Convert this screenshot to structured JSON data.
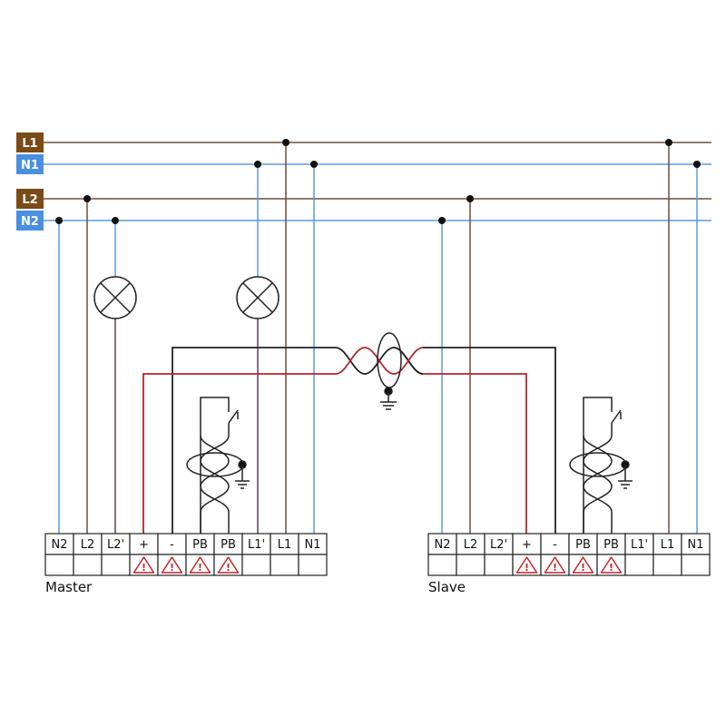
{
  "rails": [
    {
      "id": "L1",
      "label": "L1",
      "fill": "#7a4a17",
      "wire": "#6e4f3a"
    },
    {
      "id": "N1",
      "label": "N1",
      "fill": "#4a8fe0",
      "wire": "#5b9be0"
    },
    {
      "id": "L2",
      "label": "L2",
      "fill": "#7a4a17",
      "wire": "#6e4f3a"
    },
    {
      "id": "N2",
      "label": "N2",
      "fill": "#4a8fe0",
      "wire": "#5b9be0"
    }
  ],
  "devices": [
    {
      "id": "master",
      "label": "Master",
      "terminals": [
        "N2",
        "L2",
        "L2'",
        "+",
        "-",
        "PB",
        "PB",
        "L1'",
        "L1",
        "N1"
      ],
      "warnings": [
        false,
        false,
        false,
        true,
        true,
        true,
        true,
        false,
        false,
        false
      ]
    },
    {
      "id": "slave",
      "label": "Slave",
      "terminals": [
        "N2",
        "L2",
        "L2'",
        "+",
        "-",
        "PB",
        "PB",
        "L1'",
        "L1",
        "N1"
      ],
      "warnings": [
        false,
        false,
        false,
        true,
        true,
        true,
        true,
        false,
        false,
        false
      ]
    }
  ],
  "colors": {
    "outline": "#222222",
    "bus_red": "#b3262c",
    "bus_black": "#222222",
    "lamp_wire": "#5a3a6a",
    "warning": "#c0262c",
    "phase_wire": "#6e4f3a",
    "neutral_wire": "#5b9be0"
  },
  "icons": [
    "lamp-icon",
    "twisted-pair-icon",
    "ground-icon",
    "push-button-icon",
    "warning-icon"
  ]
}
